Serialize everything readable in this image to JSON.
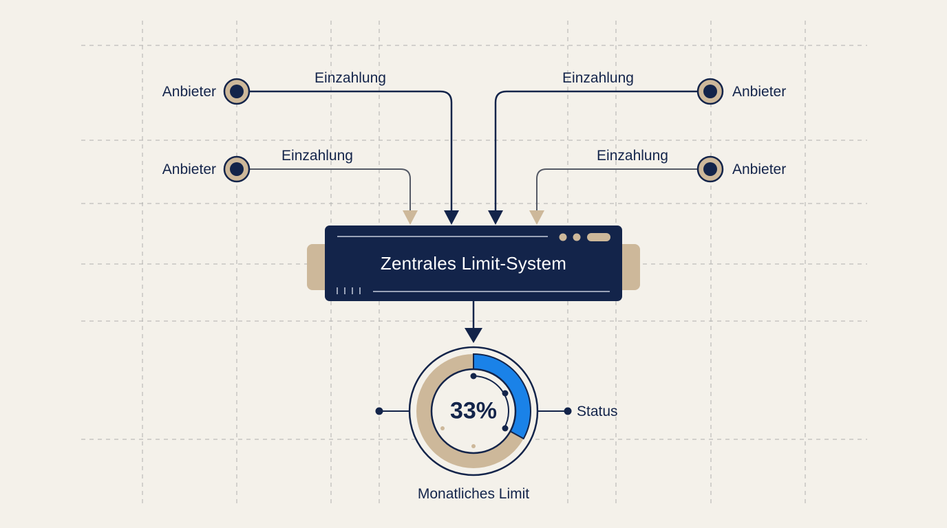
{
  "sources": {
    "top_left": {
      "provider": "Anbieter",
      "flow": "Einzahlung"
    },
    "upper_left": {
      "provider": "Anbieter",
      "flow": "Einzahlung"
    },
    "top_right": {
      "provider": "Anbieter",
      "flow": "Einzahlung"
    },
    "upper_right": {
      "provider": "Anbieter",
      "flow": "Einzahlung"
    }
  },
  "system": {
    "title": "Zentrales Limit-System"
  },
  "gauge": {
    "value_label": "33%",
    "fraction": 0.33,
    "caption": "Monatliches Limit",
    "status_label": "Status"
  },
  "colors": {
    "navy": "#13244a",
    "tan": "#cdb89a",
    "accent_blue": "#1a82e8",
    "background": "#f4f1ea",
    "grid": "#9a9a9a"
  }
}
